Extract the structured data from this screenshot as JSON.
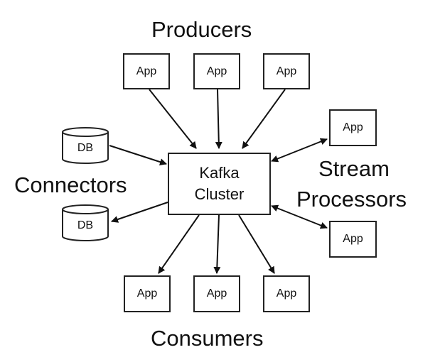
{
  "titles": {
    "producers": "Producers",
    "consumers": "Consumers",
    "connectors": "Connectors",
    "stream_line1": "Stream",
    "stream_line2": "Processors"
  },
  "kafka": {
    "line1": "Kafka",
    "line2": "Cluster"
  },
  "producers": [
    {
      "label": "App"
    },
    {
      "label": "App"
    },
    {
      "label": "App"
    }
  ],
  "consumers": [
    {
      "label": "App"
    },
    {
      "label": "App"
    },
    {
      "label": "App"
    }
  ],
  "stream_processors": [
    {
      "label": "App"
    },
    {
      "label": "App"
    }
  ],
  "connectors": [
    {
      "label": "DB"
    },
    {
      "label": "DB"
    }
  ],
  "colors": {
    "stroke": "#222222",
    "background": "#ffffff"
  }
}
